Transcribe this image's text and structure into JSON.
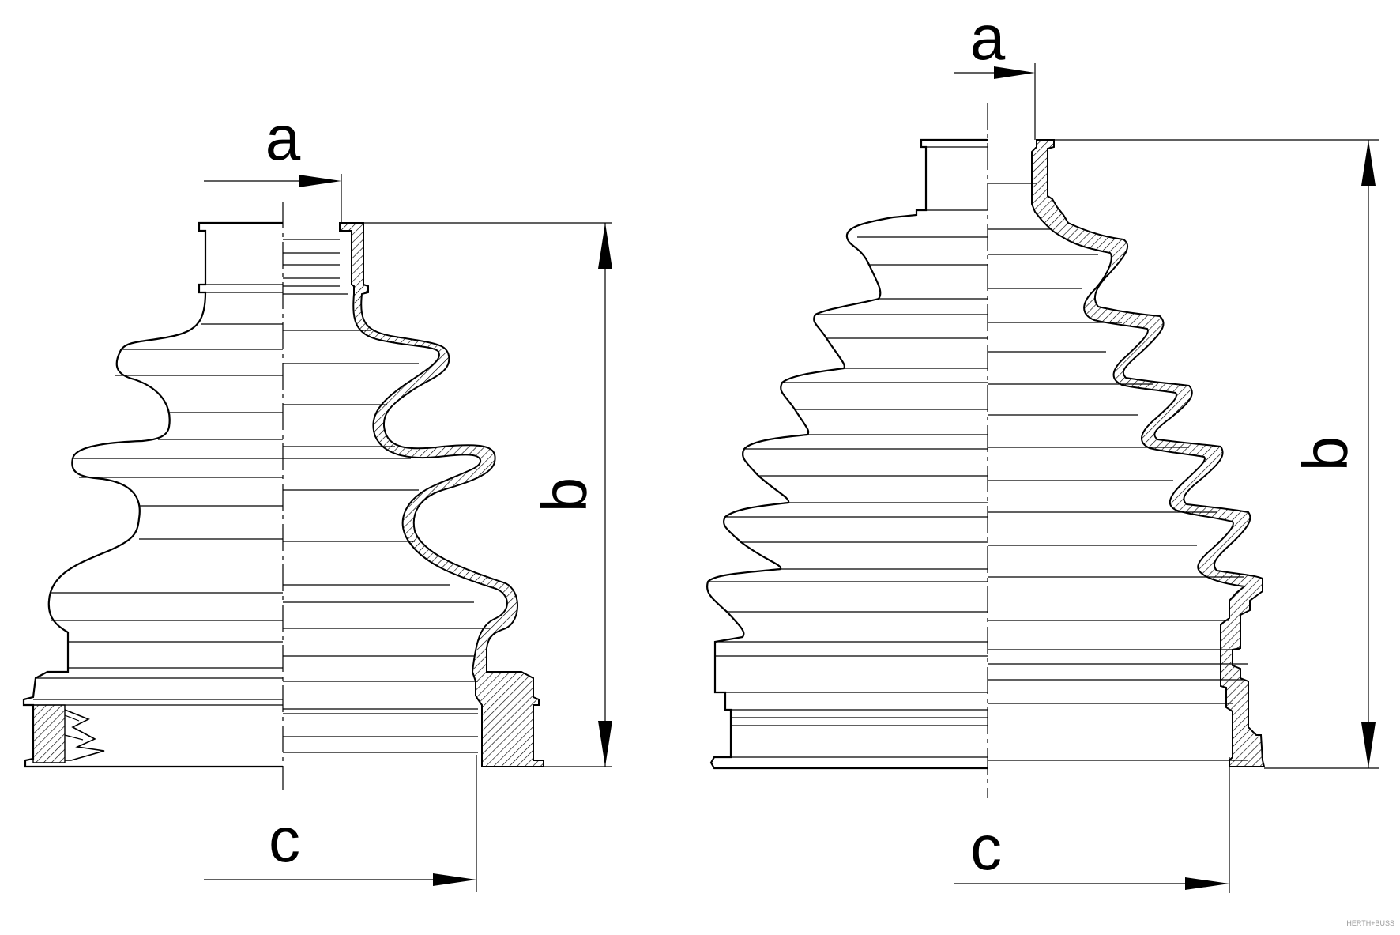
{
  "diagram": {
    "left_boot": {
      "label_a": "a",
      "label_b": "b",
      "label_c": "c"
    },
    "right_boot": {
      "label_a": "a",
      "label_b": "b",
      "label_c": "c"
    },
    "watermark": "HERTH+BUSS"
  }
}
